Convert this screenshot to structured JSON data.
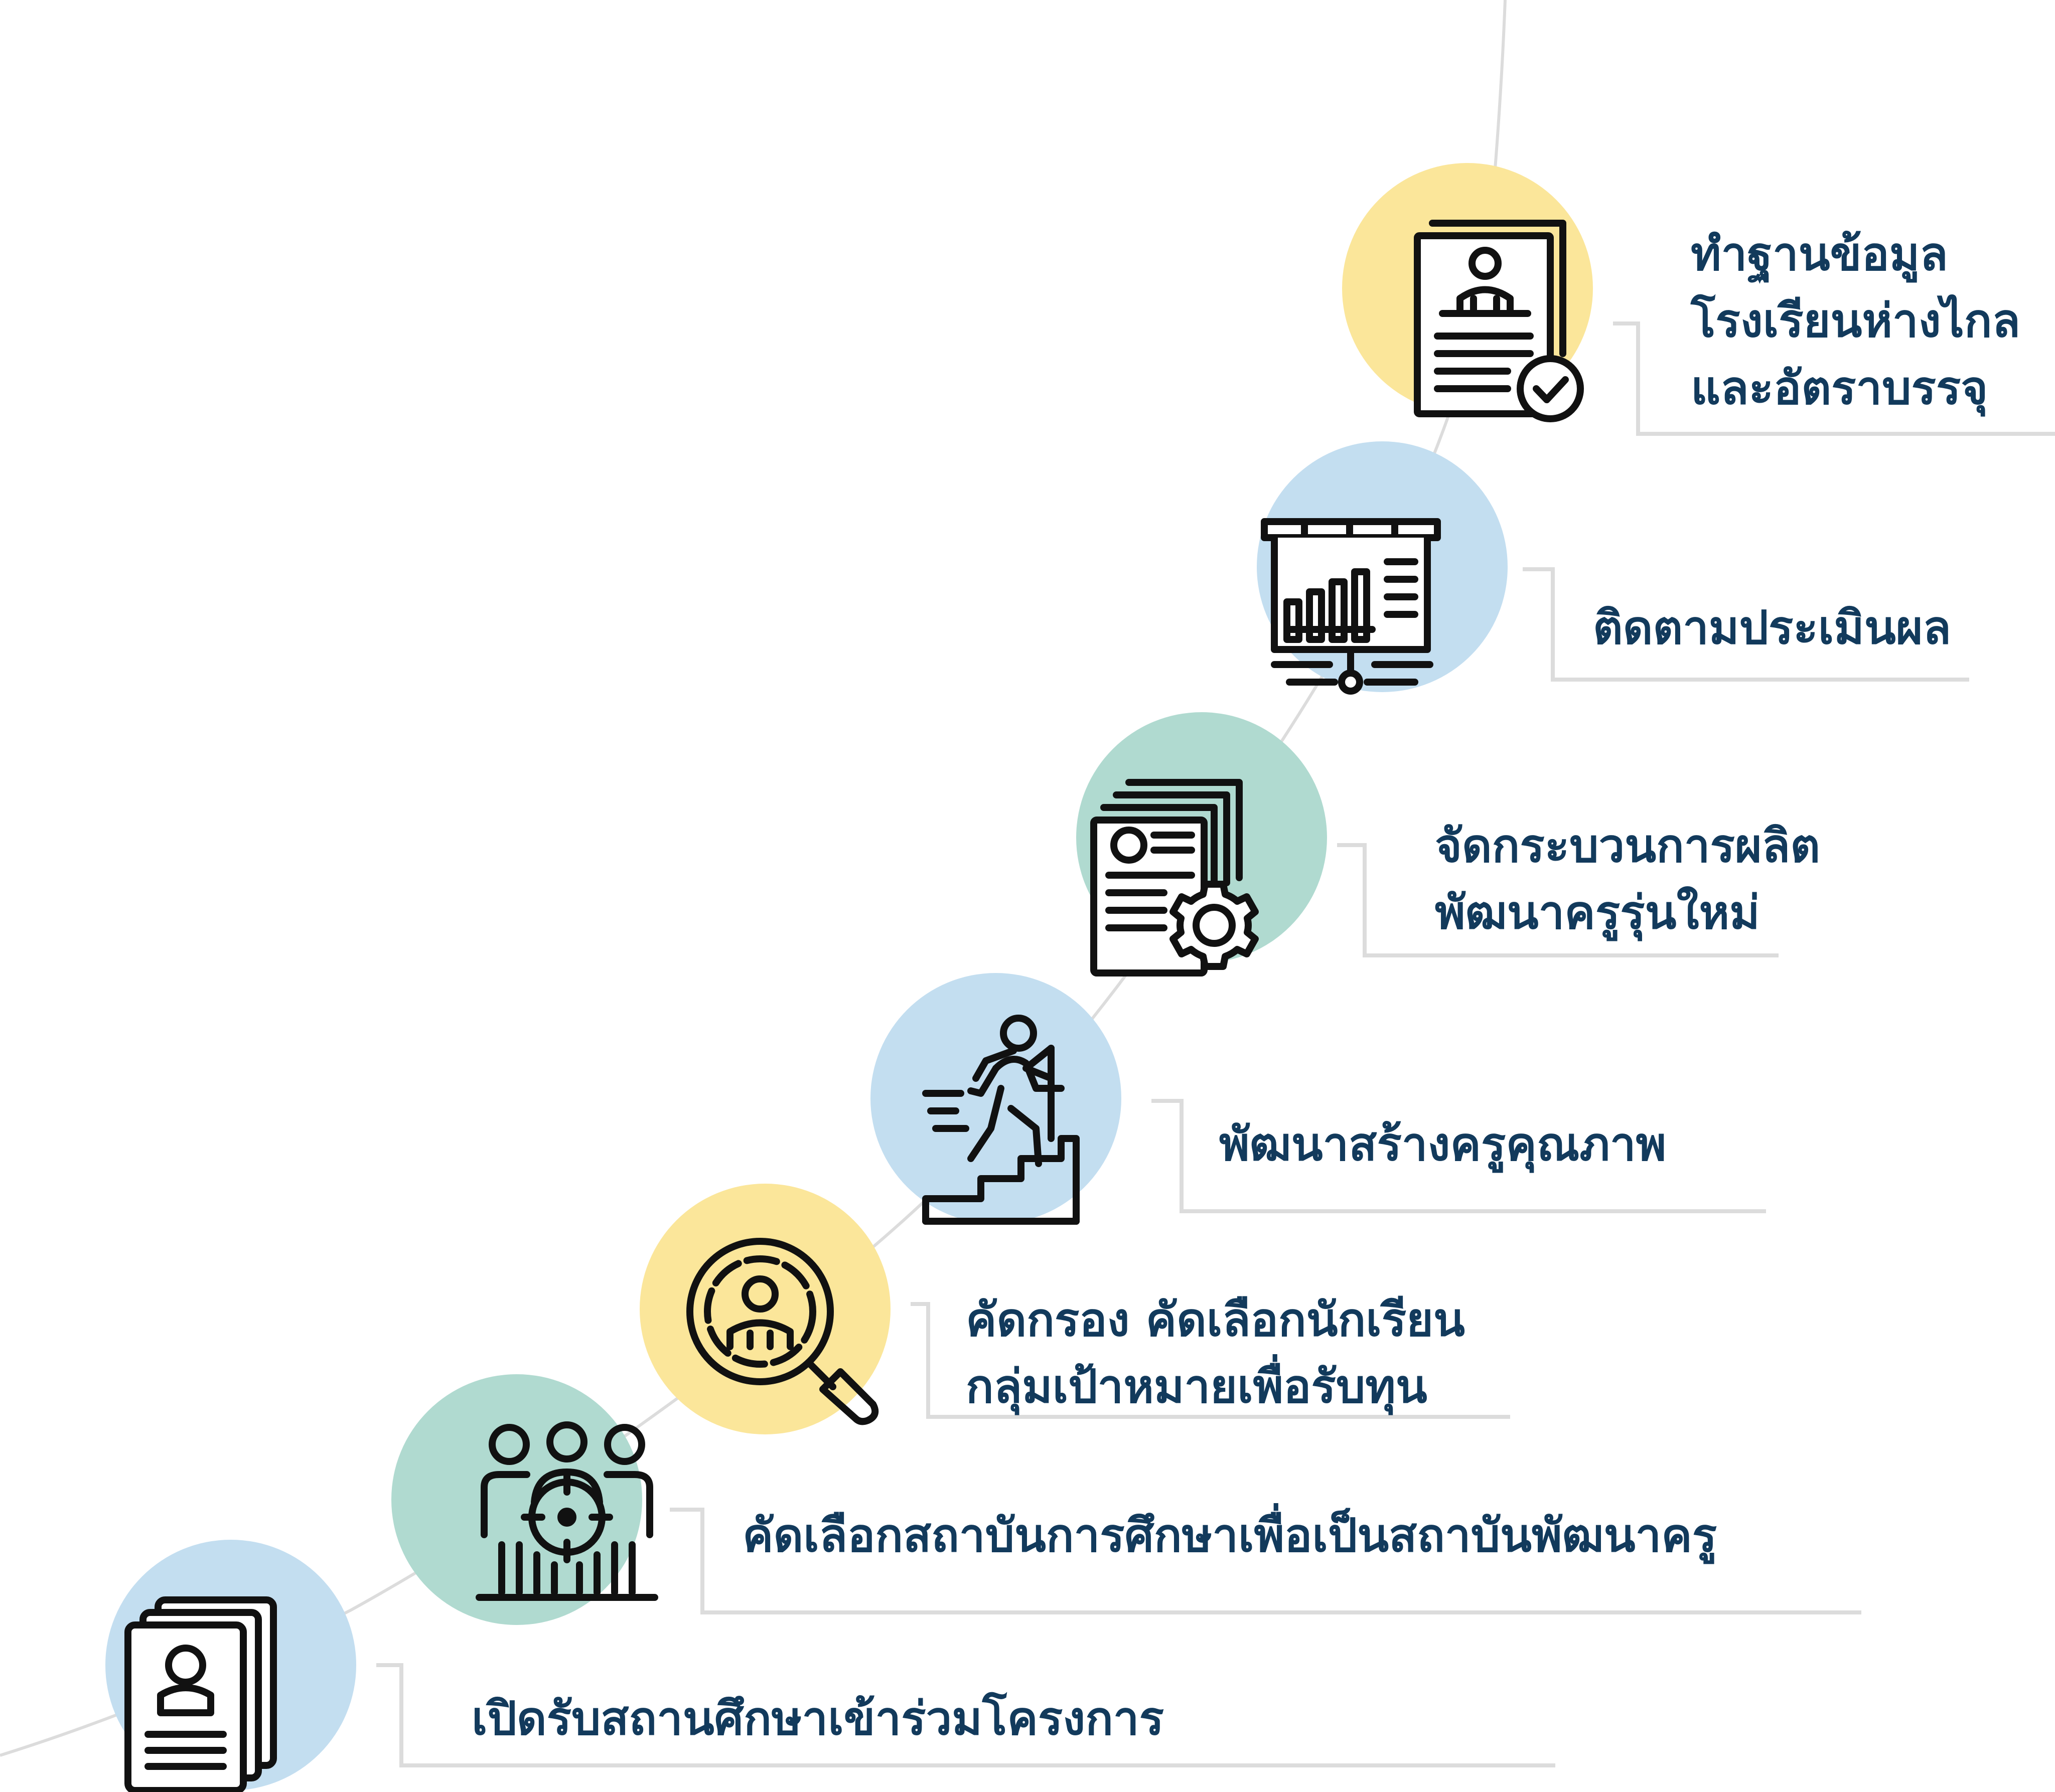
{
  "colors": {
    "yellow": "#fbe69a",
    "blue": "#c3def0",
    "green": "#b0dad0",
    "connector": "#dcdcdc",
    "icon_stroke": "#111111",
    "text": "#123a5c"
  },
  "steps": [
    {
      "id": "open-enrollment",
      "icon": "document-stack-person-icon",
      "circle_color": "blue",
      "lines": [
        "เปิดรับสถานศึกษาเข้าร่วมโครงการ"
      ]
    },
    {
      "id": "select-institutions",
      "icon": "group-target-icon",
      "circle_color": "green",
      "lines": [
        "คัดเลือกสถาบันการศึกษาเพื่อเป็นสถาบันพัฒนาครู"
      ]
    },
    {
      "id": "screen-students",
      "icon": "magnifier-person-icon",
      "circle_color": "yellow",
      "lines": [
        "คัดกรอง คัดเลือกนักเรียน",
        "กลุ่มเป้าหมายเพื่อรับทุน"
      ]
    },
    {
      "id": "develop-teachers",
      "icon": "stair-climber-flag-icon",
      "circle_color": "blue",
      "lines": [
        "พัฒนาสร้างครูคุณภาพ"
      ]
    },
    {
      "id": "production-process",
      "icon": "documents-gear-icon",
      "circle_color": "green",
      "lines": [
        "จัดกระบวนการผลิต",
        "พัฒนาครูรุ่นใหม่"
      ]
    },
    {
      "id": "monitor-evaluate",
      "icon": "presentation-bar-chart-icon",
      "circle_color": "blue",
      "lines": [
        "ติดตามประเมินผล"
      ]
    },
    {
      "id": "remote-schools-database",
      "icon": "resume-check-icon",
      "circle_color": "yellow",
      "lines": [
        "ทำฐานข้อมูล",
        "โรงเรียนห่างไกล",
        "และอัตราบรรจุ"
      ]
    }
  ]
}
